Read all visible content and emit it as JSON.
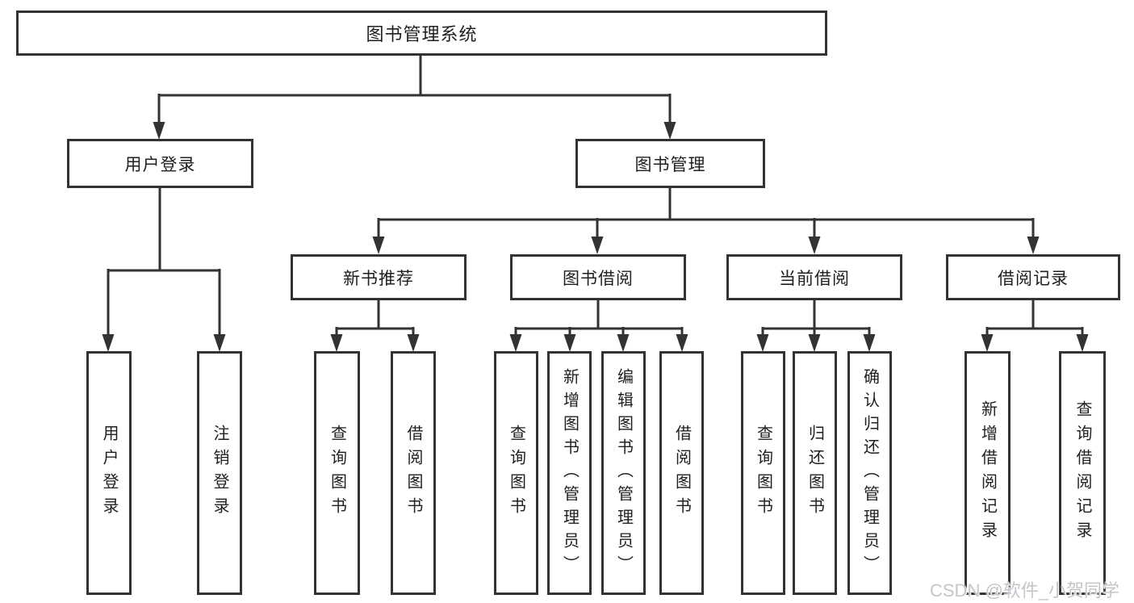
{
  "diagram": {
    "root": {
      "label": "图书管理系统",
      "children": [
        {
          "label": "用户登录",
          "children": [
            {
              "label": "用户登录"
            },
            {
              "label": "注销登录"
            }
          ]
        },
        {
          "label": "图书管理",
          "children": [
            {
              "label": "新书推荐",
              "children": [
                {
                  "label": "查询图书"
                },
                {
                  "label": "借阅图书"
                }
              ]
            },
            {
              "label": "图书借阅",
              "children": [
                {
                  "label": "查询图书"
                },
                {
                  "label": "新增图书（管理员）"
                },
                {
                  "label": "编辑图书（管理员）"
                },
                {
                  "label": "借阅图书"
                }
              ]
            },
            {
              "label": "当前借阅",
              "children": [
                {
                  "label": "查询图书"
                },
                {
                  "label": "归还图书"
                },
                {
                  "label": "确认归还（管理员）"
                }
              ]
            },
            {
              "label": "借阅记录",
              "children": [
                {
                  "label": "新增借阅记录"
                },
                {
                  "label": "查询借阅记录"
                }
              ]
            }
          ]
        }
      ]
    }
  },
  "watermark": {
    "text": "CSDN @软件_小贺同学"
  },
  "colors": {
    "line": "#333333",
    "text": "#1f1f1f",
    "background": "#ffffff",
    "watermark": "#c3c7cb"
  }
}
